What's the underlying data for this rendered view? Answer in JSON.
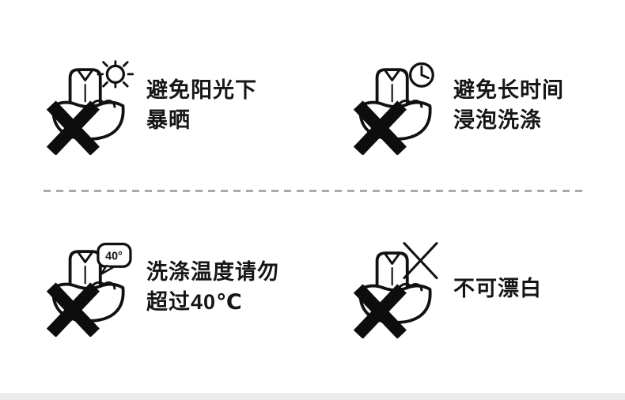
{
  "page": {
    "background": "#ffffff",
    "divider_color": "#aaaaaa",
    "bottom_bar_color": "#ebebeb",
    "text_color": "#161616",
    "icon_stroke_color": "#111111",
    "cross_color": "#0d0d0d"
  },
  "items": [
    {
      "icon": "no-sun-exposure-icon",
      "lines": [
        "避免阳光下",
        "暴晒"
      ]
    },
    {
      "icon": "no-long-soaking-icon",
      "lines": [
        "避免长时间",
        "浸泡洗涤"
      ]
    },
    {
      "icon": "max-wash-temp-40-icon",
      "lines": [
        "洗涤温度请勿",
        "超过40℃"
      ],
      "badge": "40°"
    },
    {
      "icon": "no-bleach-icon",
      "lines": [
        "不可漂白"
      ]
    }
  ]
}
